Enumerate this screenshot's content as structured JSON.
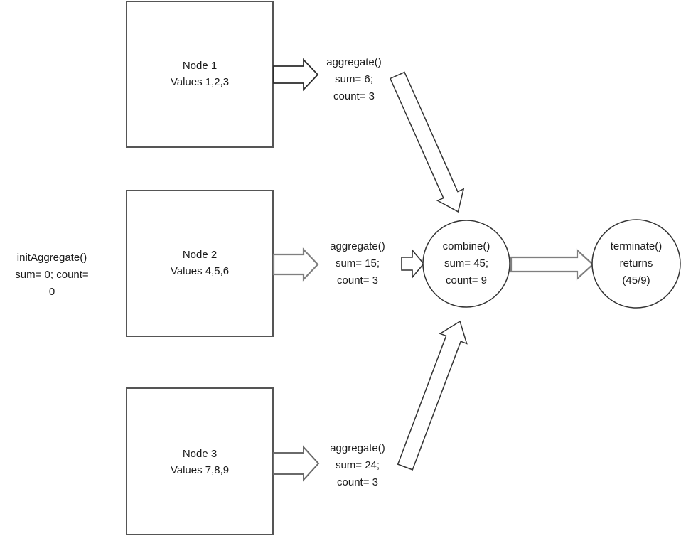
{
  "diagram": {
    "title_hint": "User-defined aggregate flow (initAggregate / aggregate / combine / terminate)",
    "init": {
      "lines": [
        "initAggregate()",
        "sum= 0; count=",
        "0"
      ]
    },
    "nodes": [
      {
        "title": "Node 1",
        "values": "Values 1,2,3"
      },
      {
        "title": "Node 2",
        "values": "Values 4,5,6"
      },
      {
        "title": "Node 3",
        "values": "Values 7,8,9"
      }
    ],
    "aggregates": [
      {
        "lines": [
          "aggregate()",
          "sum= 6;",
          "count= 3"
        ]
      },
      {
        "lines": [
          "aggregate()",
          "sum= 15;",
          "count= 3"
        ]
      },
      {
        "lines": [
          "aggregate()",
          "sum= 24;",
          "count= 3"
        ]
      }
    ],
    "combine": {
      "lines": [
        "combine()",
        "sum= 45;",
        "count= 9"
      ]
    },
    "terminate": {
      "lines": [
        "terminate()",
        "returns",
        "(45/9)"
      ]
    },
    "colors": {
      "background": "#ffffff",
      "text": "#1a1a1a",
      "box_stroke": "#555555",
      "circle_stroke": "#333333",
      "arrow_black": "#2b2b2b",
      "arrow_gray": "#7f7f7f"
    }
  }
}
